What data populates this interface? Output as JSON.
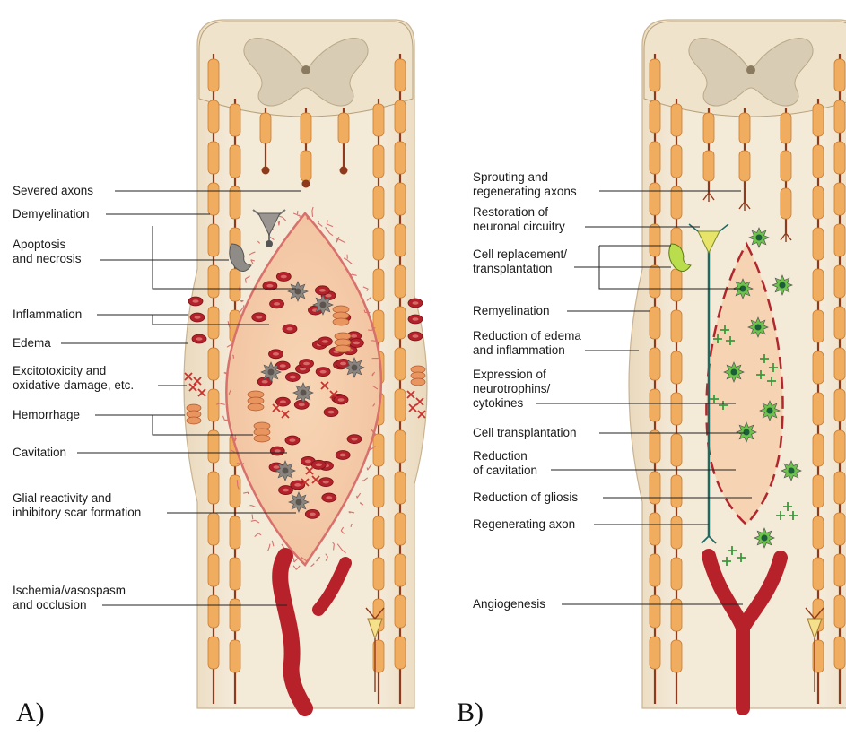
{
  "panel_a": {
    "letter": "A)",
    "labels": [
      {
        "lines": [
          "Severed axons"
        ]
      },
      {
        "lines": [
          "Demyelination"
        ]
      },
      {
        "lines": [
          "Apoptosis",
          "and necrosis"
        ]
      },
      {
        "lines": [
          "Inflammation"
        ]
      },
      {
        "lines": [
          "Edema"
        ]
      },
      {
        "lines": [
          "Excitotoxicity and",
          "oxidative damage, etc."
        ]
      },
      {
        "lines": [
          "Hemorrhage"
        ]
      },
      {
        "lines": [
          "Cavitation"
        ]
      },
      {
        "lines": [
          "Glial reactivity and",
          "inhibitory scar formation"
        ]
      },
      {
        "lines": [
          "Ischemia/vasospasm",
          "and occlusion"
        ]
      }
    ]
  },
  "panel_b": {
    "letter": "B)",
    "labels": [
      {
        "lines": [
          "Sprouting and",
          "regenerating axons"
        ]
      },
      {
        "lines": [
          "Restoration of",
          "neuronal circuitry"
        ]
      },
      {
        "lines": [
          "Cell replacement/",
          "transplantation"
        ]
      },
      {
        "lines": [
          "Remyelination"
        ]
      },
      {
        "lines": [
          "Reduction of edema",
          "and inflammation"
        ]
      },
      {
        "lines": [
          "Expression of",
          "neurotrophins/",
          "cytokines"
        ]
      },
      {
        "lines": [
          "Cell transplantation"
        ]
      },
      {
        "lines": [
          "Reduction",
          "of cavitation"
        ]
      },
      {
        "lines": [
          "Reduction of gliosis"
        ]
      },
      {
        "lines": [
          "Regenerating axon"
        ]
      },
      {
        "lines": [
          "Angiogenesis"
        ]
      }
    ]
  },
  "colors": {
    "cord_tissue": "#f2e8d5",
    "grey_matter": "#d8ccb4",
    "axon": "#8f3a1c",
    "myelin": "#f0ad5f",
    "lesion": "#f6cfae",
    "blood_cell": "#b3222b",
    "scar_fibers": "#d8706c",
    "glia_damage": "#8b8580",
    "glia_repair": "#6cc24a",
    "vessel": "#b7212a",
    "regen_axon": "#1c6b62"
  }
}
